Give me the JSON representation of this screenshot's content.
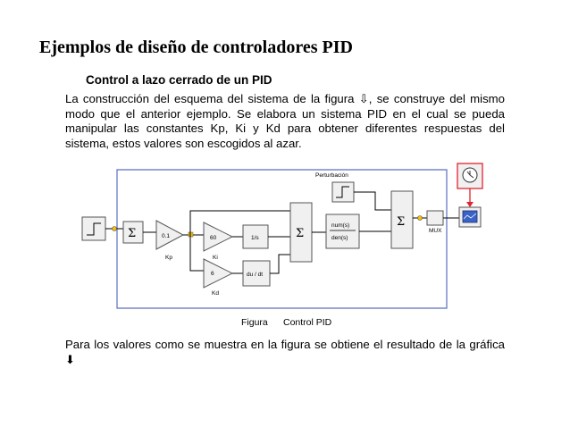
{
  "slide": {
    "title": "Ejemplos de diseño de controladores PID",
    "heading": "Control a lazo cerrado de un PID",
    "para1_text": "La construcción del esquema del sistema de la figura ⇩, se construye del mismo modo que el anterior ejemplo. Se elabora un sistema PID en el cual se pueda manipular las constantes Kp, Ki y Kd para obtener diferentes respuestas del sistema, estos valores son escogidos al azar.",
    "para2_text": "Para los valores como se muestra en la figura      se obtiene el resultado de la gráfica ⬇"
  },
  "diagram": {
    "perturbation_label": "Perturbación",
    "sum_symbol": "Σ",
    "kp_value": "0.1",
    "kp_label": "Kp",
    "ki_value": "60",
    "ki_label": "Ki",
    "kd_value": "6",
    "kd_label": "Kd",
    "integrator_label": "1/s",
    "derivative_label": "du / dt",
    "plant_num": "num(s)",
    "plant_den": "den(s)",
    "mux_label": "MUX",
    "caption_figura": "Figura",
    "caption_name": "Control PID"
  },
  "colors": {
    "loop_wire": "#5a6fc0",
    "event_red": "#e0242f",
    "scope_blue": "#3a63c8"
  }
}
